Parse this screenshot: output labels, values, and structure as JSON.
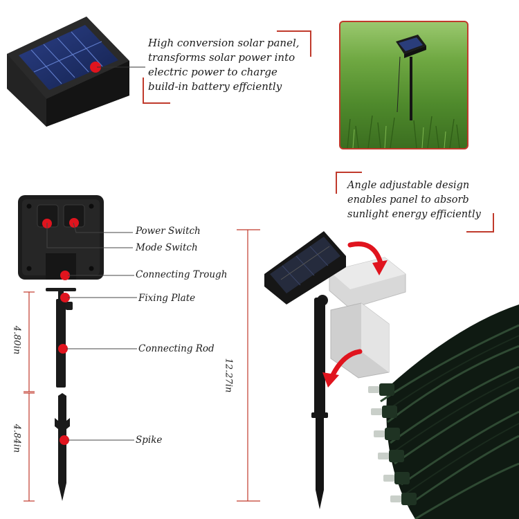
{
  "captions": {
    "solar_panel": [
      "High conversion solar panel,",
      "transforms solar power into",
      "electric power to charge",
      "build-in battery effciently"
    ],
    "angle": [
      "Angle adjustable design",
      "enables panel to absorb",
      "sunlight energy efficiently"
    ]
  },
  "labels": {
    "power_switch": "Power Switch",
    "mode_switch": "Mode Switch",
    "connecting_trough": "Connecting Trough",
    "fixing_plate": "Fixing Plate",
    "connecting_rod": "Connecting Rod",
    "spike": "Spike"
  },
  "dimensions": {
    "rod": "4.80in",
    "spike": "4.84in",
    "total": "12.27in"
  },
  "colors": {
    "accent": "#c0392b",
    "marker": "#e0141e",
    "device": "#1c1c1c",
    "grass": "#4f8a2c"
  }
}
